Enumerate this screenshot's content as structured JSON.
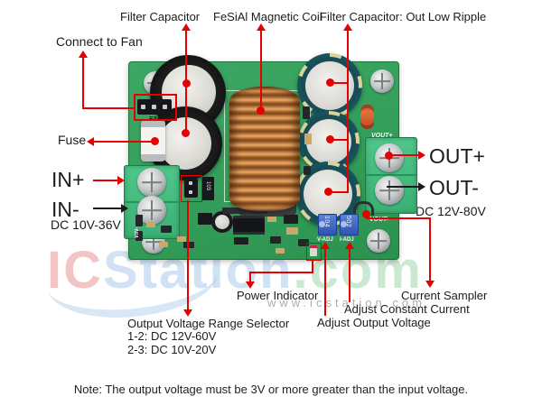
{
  "labels": {
    "filter_capacitor": "Filter Capacitor",
    "fesial_coil": "FeSiAl Magnetic Coil",
    "filter_capacitor_out": "Filter Capacitor: Out Low Ripple",
    "connect_to_fan": "Connect to Fan",
    "fuse": "Fuse",
    "in_plus": "IN+",
    "in_minus": "IN-",
    "dc_input_range": "DC 10V-36V",
    "out_plus": "OUT+",
    "out_minus": "OUT-",
    "dc_output_range": "DC 12V-80V",
    "power_indicator": "Power Indicator",
    "current_sampler": "Current Sampler",
    "adjust_constant_current": "Adjust Constant Current",
    "adjust_output_voltage": "Adjust Output Voltage",
    "range_selector_title": "Output Voltage Range Selector",
    "range_selector_opt1": "1-2: DC 12V-60V",
    "range_selector_opt2": "2-3: DC 10V-20V"
  },
  "board_silkscreen": {
    "fan": "FAN",
    "vout_plus": "VOUT+",
    "vout_minus": "VOUT-",
    "vin_minus": "VIN-",
    "v_adj": "V-ADJ",
    "i_adj": "I-ADJ",
    "pot_v_value": "104",
    "pot_i_value": "502",
    "resistor_value": "103"
  },
  "note": "Note: The output voltage must be 3V or more greater than the input voltage.",
  "watermark": {
    "prefix": "IC",
    "middle": "Station",
    "suffix": ".com",
    "url": "www.icstation.com"
  },
  "colors": {
    "annotation_red": "#e60000",
    "pcb_green": "#35a05c",
    "terminal_green": "#3cb074",
    "copper": "#c8854a",
    "trimpot_blue": "#3c63c4"
  }
}
